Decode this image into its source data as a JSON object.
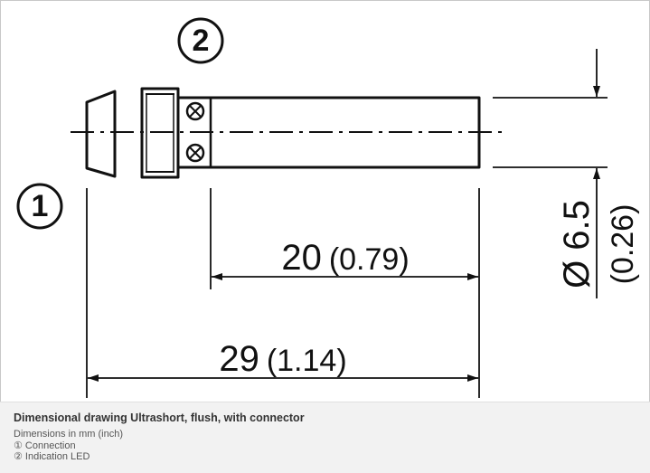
{
  "drawing": {
    "callout_connection": "①",
    "callout_led": "②",
    "dim_length_active": "20",
    "dim_length_active_inch": "(0.79)",
    "dim_length_total": "29",
    "dim_length_total_inch": "(1.14)",
    "dim_diameter": "Ø 6.5",
    "dim_diameter_inch": "(0.26)"
  },
  "caption": {
    "title": "Dimensional drawing Ultrashort, flush, with connector",
    "units": "Dimensions in mm (inch)",
    "legend": [
      "① Connection",
      "② Indication LED"
    ]
  },
  "colors": {
    "line": "#111111",
    "caption_bg": "#f2f2f2"
  }
}
